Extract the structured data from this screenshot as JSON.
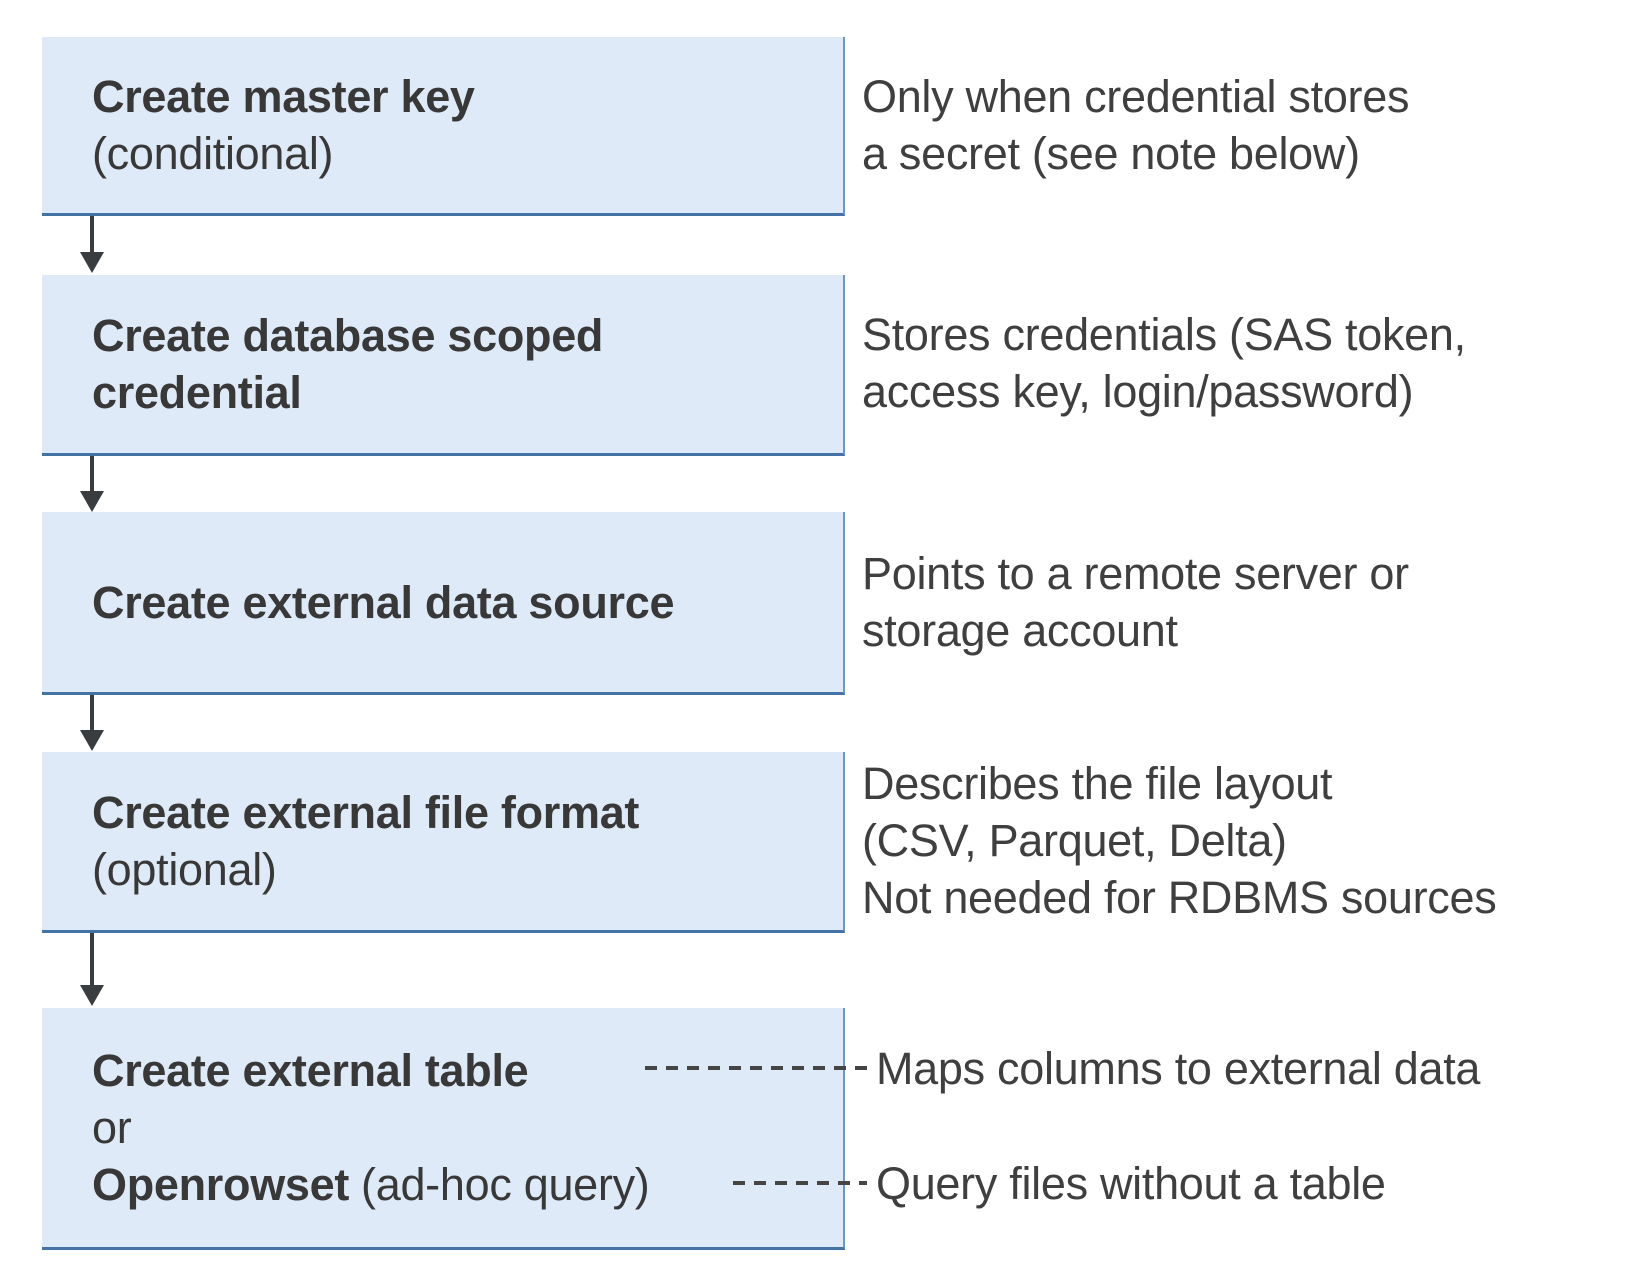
{
  "diagram": {
    "colors": {
      "background": "#ffffff",
      "box_fill": "#dfeaf8",
      "box_border_bottom": "#4472a4",
      "box_border_right": "#6d97c2",
      "arrow": "#3a3d40",
      "dash": "#454545",
      "text": "#383838"
    },
    "boxes": {
      "master_key": {
        "title": "Create master key",
        "qualifier": "(conditional)"
      },
      "scoped_credential": {
        "title_line1": "Create database scoped",
        "title_line2": "credential"
      },
      "data_source": {
        "title": "Create external data source"
      },
      "file_format": {
        "title": "Create external file format",
        "qualifier": "(optional)"
      },
      "external_table": {
        "title": "Create external table",
        "or": "or",
        "alt_title": "Openrowset",
        "alt_qualifier": "(ad-hoc query)"
      }
    },
    "notes": {
      "master_key": {
        "line1": "Only when credential stores",
        "line2": "a secret (see note below)"
      },
      "scoped_credential": {
        "line1": "Stores credentials (SAS token,",
        "line2": "access key, login/password)"
      },
      "data_source": {
        "line1": "Points to a remote server or",
        "line2": "storage account"
      },
      "file_format": {
        "line1": "Describes the file layout",
        "line2": "(CSV, Parquet, Delta)",
        "line3": "Not needed for RDBMS sources"
      },
      "external_table": "Maps columns to external data",
      "openrowset": "Query files without a table"
    }
  }
}
